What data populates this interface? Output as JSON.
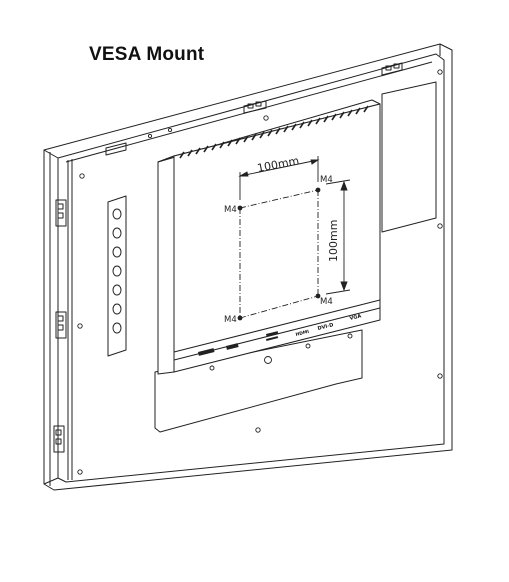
{
  "title": "VESA Mount",
  "dimensions": {
    "horizontal": "100mm",
    "vertical": "100mm"
  },
  "screw_labels": [
    "M4",
    "M4",
    "M4",
    "M4"
  ],
  "ports": [
    "VGA",
    "DVI-D",
    "HDMI"
  ],
  "colors": {
    "line": "#222222",
    "background": "#ffffff"
  }
}
